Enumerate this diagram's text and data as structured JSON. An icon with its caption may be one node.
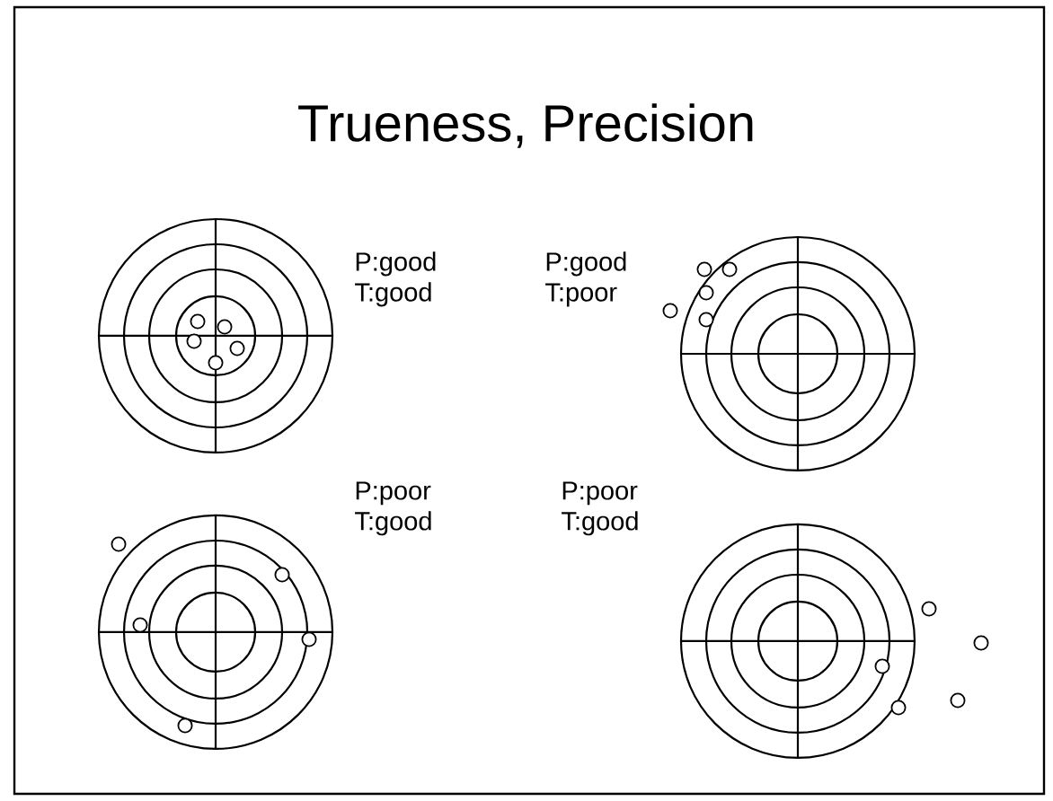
{
  "diagram": {
    "title": "Trueness, Precision",
    "labels": [
      "P:good T:good",
      "P:good T:poor",
      "P:poor T:good",
      "P:poor T:good"
    ]
  }
}
